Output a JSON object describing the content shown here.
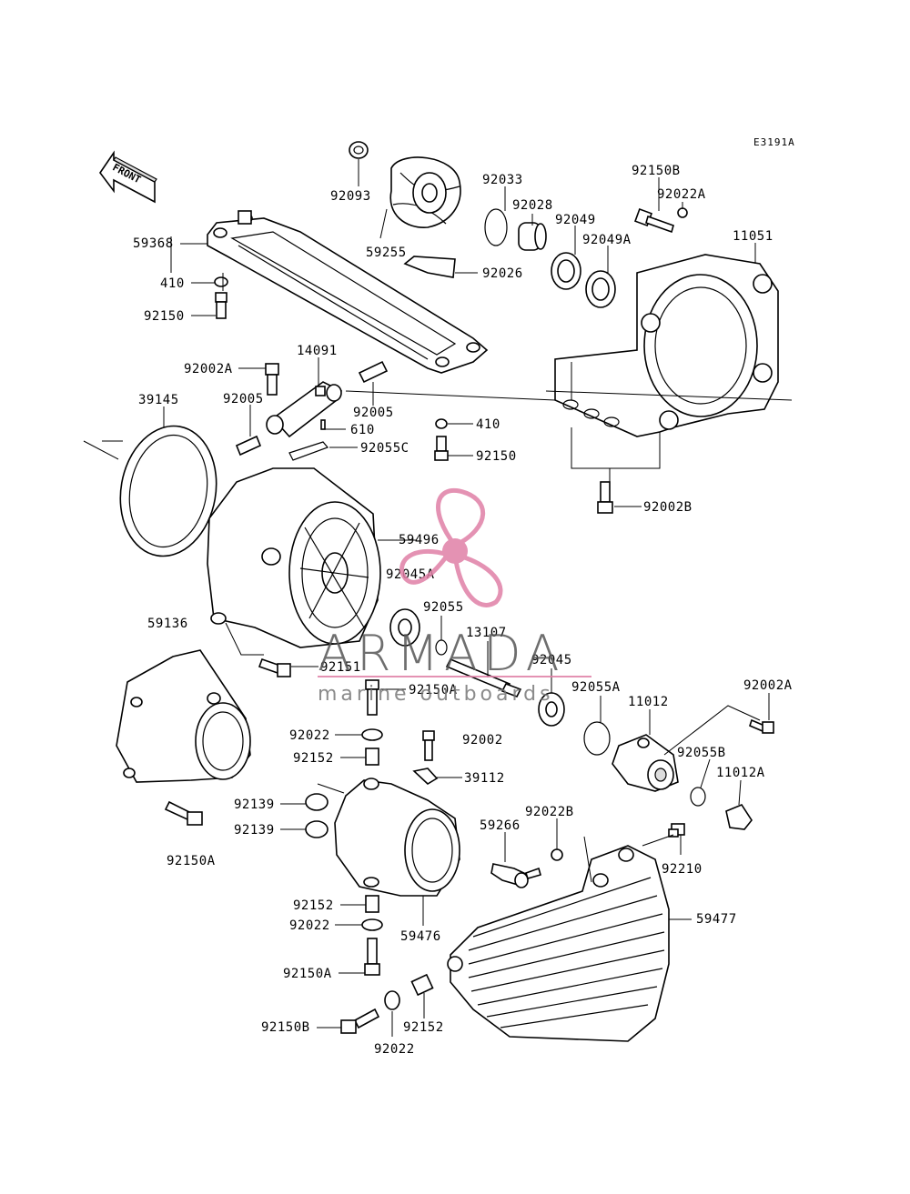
{
  "diagram": {
    "code": "E3191A",
    "front_label": "FRONT",
    "labels": {
      "p92093": "92093",
      "p59255": "59255",
      "p92033": "92033",
      "p92028": "92028",
      "p92049": "92049",
      "p92049A": "92049A",
      "p92150B_top": "92150B",
      "p92022A": "92022A",
      "p11051": "11051",
      "p59368": "59368",
      "p410_top": "410",
      "p92150_top": "92150",
      "p92026": "92026",
      "p14091": "14091",
      "p92002A_left": "92002A",
      "p92005_left": "92005",
      "p92005_right": "92005",
      "p610": "610",
      "p39145": "39145",
      "p92055C": "92055C",
      "p410_mid": "410",
      "p92150_mid": "92150",
      "p92002B": "92002B",
      "p59496": "59496",
      "p92045A": "92045A",
      "p92055": "92055",
      "p13107": "13107",
      "p59136": "59136",
      "p92151": "92151",
      "p92150A_mid": "92150A",
      "p92045": "92045",
      "p92055A": "92055A",
      "p11012": "11012",
      "p92002A_right": "92002A",
      "p92022_a": "92022",
      "p92002": "92002",
      "p92152_a": "92152",
      "p39112": "39112",
      "p92055B": "92055B",
      "p11012A": "11012A",
      "p92139_a": "92139",
      "p92139_b": "92139",
      "p92022B": "92022B",
      "p59266": "59266",
      "p92210": "92210",
      "p92150A_left": "92150A",
      "p92152_b": "92152",
      "p92022_b": "92022",
      "p59476": "59476",
      "p59477": "59477",
      "p92150A_bottom": "92150A",
      "p92150B_bottom": "92150B",
      "p92152_c": "92152",
      "p92022_c": "92022"
    }
  },
  "watermark": {
    "brand": "ARMADA",
    "tagline": "marine outboards",
    "color": "#e07fa6"
  }
}
